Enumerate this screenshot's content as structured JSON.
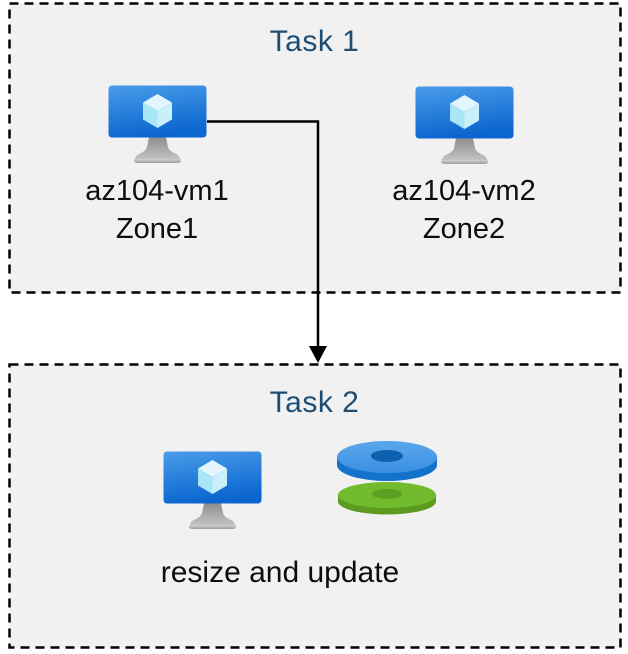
{
  "canvas": {
    "background": "#ffffff"
  },
  "colors": {
    "task_title": "#1c4d74",
    "box_background": "#f1f1f1",
    "box_border": "#000000",
    "label_text": "#0d0d0d",
    "connector": "#000000",
    "vm_screen_top": "#4a9ce9",
    "vm_screen_bottom": "#0b66cf",
    "vm_cube_light": "#e3f6fd",
    "disk_blue_top": "#4697e6",
    "disk_blue_rim": "#1272cc",
    "disk_blue_hole": "#0b61ad",
    "disk_green_top": "#72bb2c",
    "disk_green_rim": "#5d9b20",
    "disk_green_hole": "#5da021"
  },
  "task1": {
    "title": "Task 1",
    "vms": [
      {
        "icon": "virtual-machine-icon",
        "name": "az104-vm1",
        "zone": "Zone1"
      },
      {
        "icon": "virtual-machine-icon",
        "name": "az104-vm2",
        "zone": "Zone2"
      }
    ]
  },
  "connector": {
    "type": "elbow-arrow",
    "from": "az104-vm1",
    "to": "Task 2"
  },
  "task2": {
    "title": "Task 2",
    "icons": [
      "virtual-machine-icon",
      "disks-icon"
    ],
    "caption": "resize and update"
  }
}
